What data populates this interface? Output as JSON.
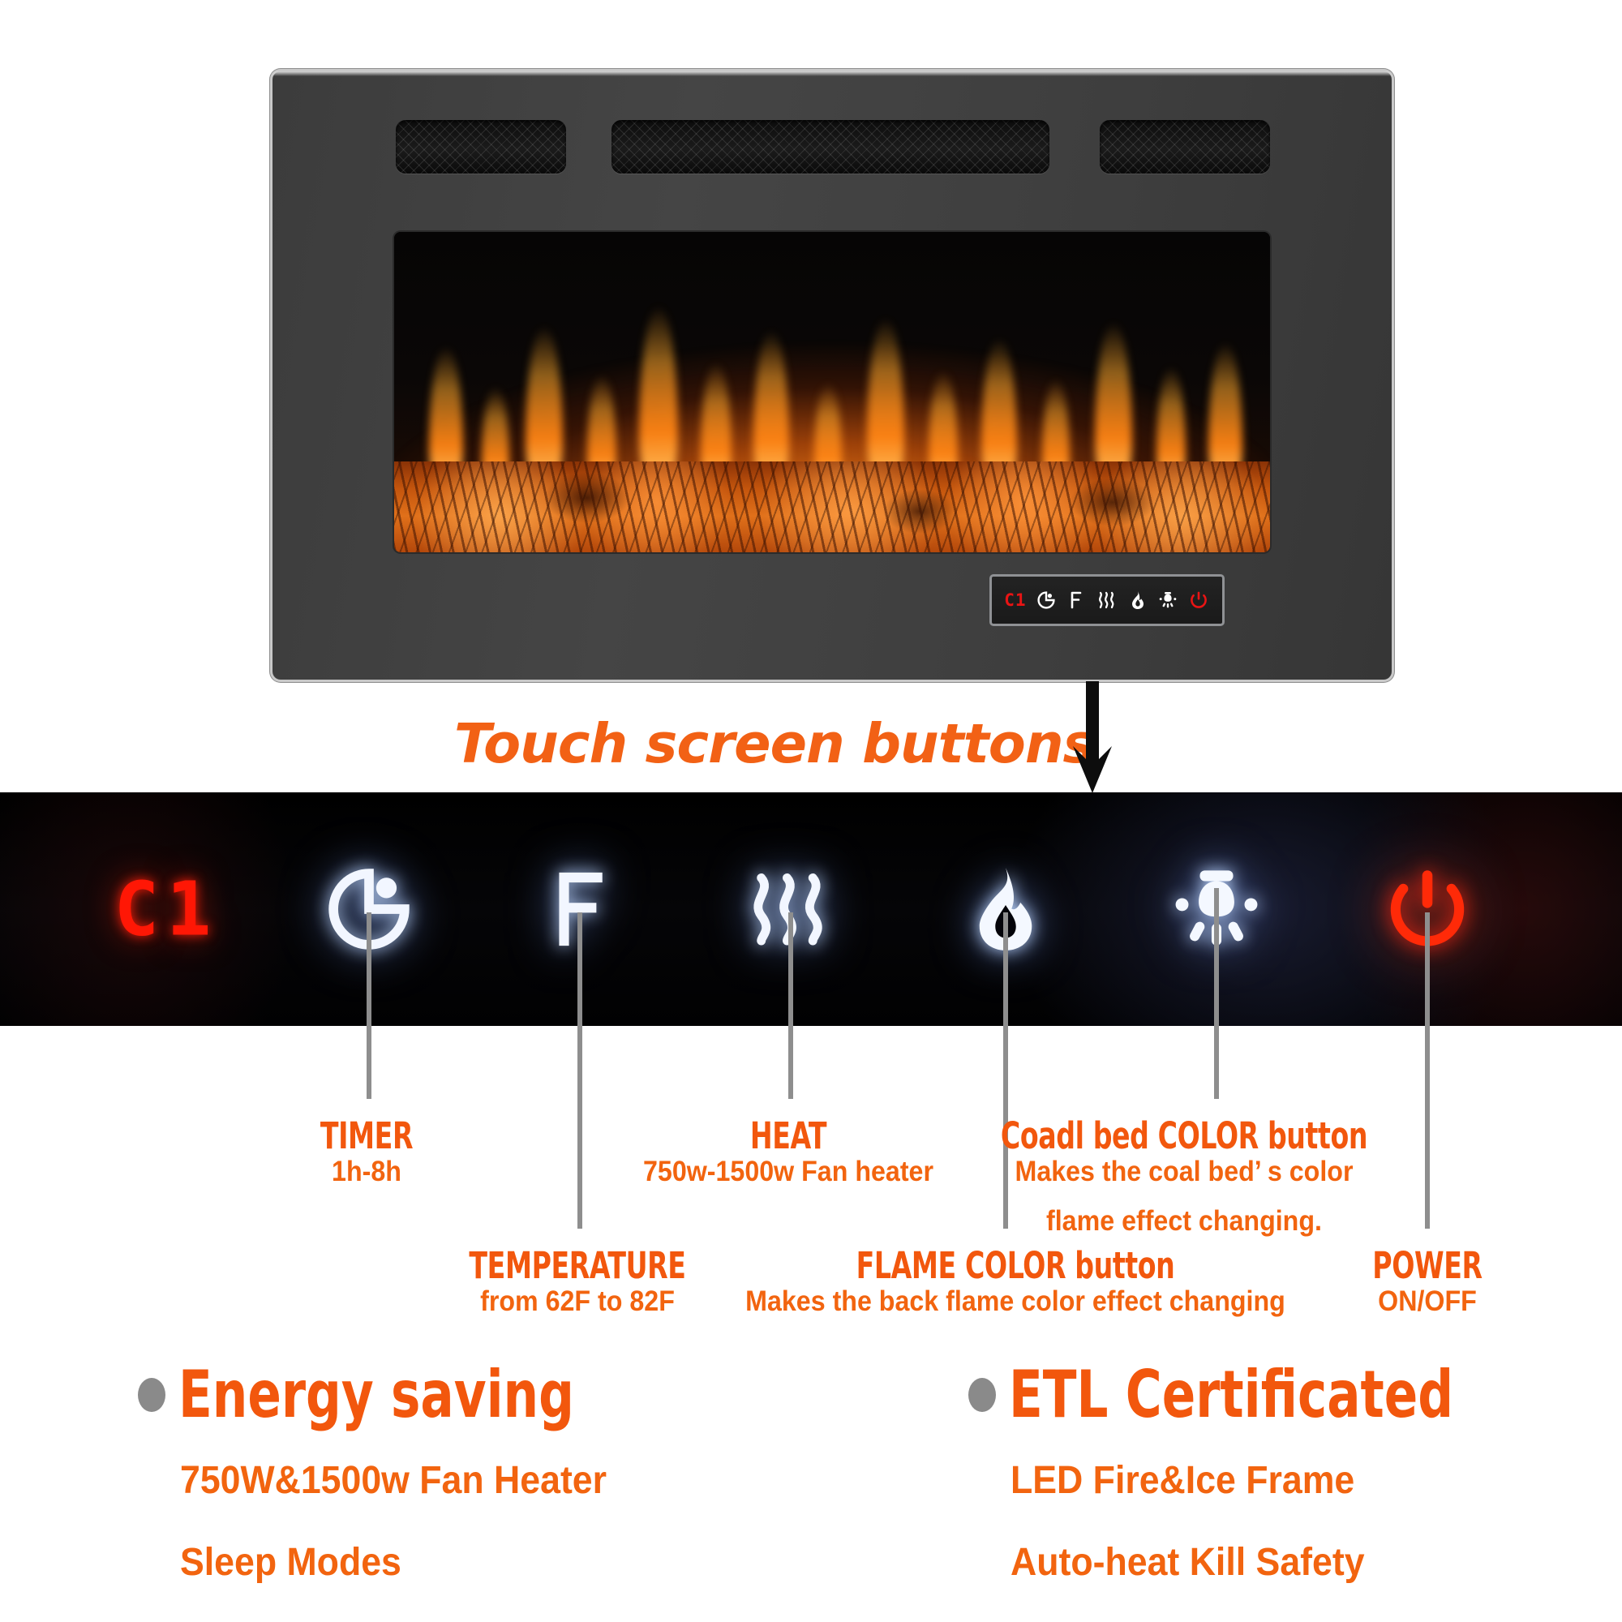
{
  "product": {
    "unit_name": "recessed-electric-fireplace",
    "vents": [
      "vent-left",
      "vent-center",
      "vent-right"
    ],
    "panel_display_value": "C1",
    "panel_icons": [
      {
        "name": "led-display-icon",
        "label": "C1",
        "color": "#e81414"
      },
      {
        "name": "timer-moon-icon",
        "label": "Timer",
        "color": "#ffffff"
      },
      {
        "name": "fahrenheit-icon",
        "label": "F",
        "color": "#ffffff"
      },
      {
        "name": "heat-waves-icon",
        "label": "Heat",
        "color": "#ffffff"
      },
      {
        "name": "flame-icon",
        "label": "Flame color",
        "color": "#ffffff"
      },
      {
        "name": "bulb-icon",
        "label": "Coal bed color",
        "color": "#ffffff"
      },
      {
        "name": "power-icon",
        "label": "Power",
        "color": "#e81414"
      }
    ]
  },
  "callout": {
    "text": "Touch screen buttons",
    "arrow": "down-arrow-icon",
    "color": "#f26115"
  },
  "strip": {
    "led_value": "C1",
    "led_color": "#ff1705",
    "icons": [
      {
        "name": "timer-moon-icon"
      },
      {
        "name": "fahrenheit-icon"
      },
      {
        "name": "heat-waves-icon"
      },
      {
        "name": "flame-icon"
      },
      {
        "name": "bulb-icon"
      },
      {
        "name": "power-icon"
      }
    ]
  },
  "labels": [
    {
      "key": "timer",
      "title": "TIMER",
      "sub1": "1h-8h",
      "sub2": "",
      "sub3": ""
    },
    {
      "key": "temperature",
      "title": "TEMPERATURE",
      "sub1": "from 62F to 82F",
      "sub2": "",
      "sub3": ""
    },
    {
      "key": "heat",
      "title": "HEAT",
      "sub1": "750w-1500w Fan heater",
      "sub2": "",
      "sub3": ""
    },
    {
      "key": "flame-color",
      "title": "FLAME COLOR button",
      "sub1": "Makes the back  flame  color effect changing",
      "sub2": "",
      "sub3": ""
    },
    {
      "key": "coal-bed-color",
      "title": "Coadl bed COLOR button",
      "sub1": "Makes the coal bed’  s color",
      "sub2": "flame effect changing.",
      "sub3": ""
    },
    {
      "key": "power",
      "title": "POWER",
      "sub1": "ON/OFF",
      "sub2": "",
      "sub3": ""
    }
  ],
  "features": [
    {
      "key": "energy-saving",
      "title": "Energy saving",
      "lines": [
        "750W&1500w Fan Heater",
        "Sleep Modes"
      ]
    },
    {
      "key": "etl-certificated",
      "title": "ETL Certificated",
      "lines": [
        "LED Fire&Ice Frame",
        "Auto-heat Kill Safety"
      ]
    }
  ],
  "colors": {
    "orange": "#f2570d",
    "orange_light": "#f2640f",
    "led_red": "#ff1705",
    "connector_gray": "#8e8e8e",
    "bullet_gray": "#8a8a8a"
  }
}
